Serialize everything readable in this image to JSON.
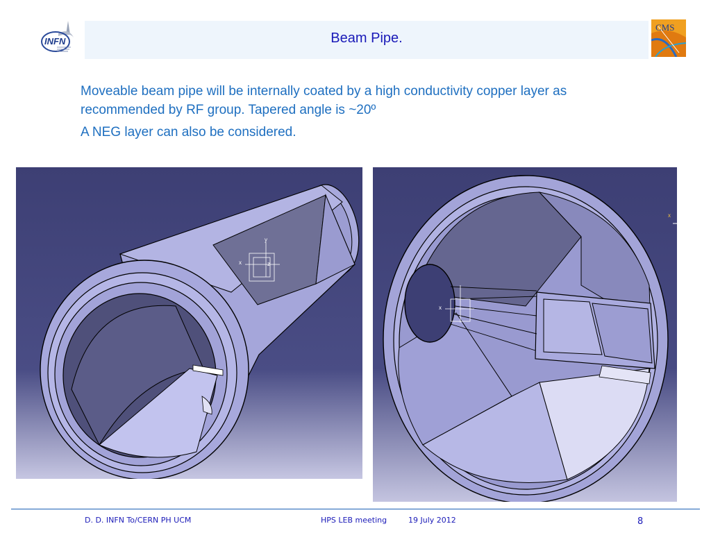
{
  "header": {
    "title": "Beam Pipe.",
    "logo_left_text": "INFN",
    "logo_right_text": "CMS"
  },
  "content": {
    "line1": "Moveable beam pipe will be internally coated by a high conductivity copper layer as recommended by RF group. Tapered angle is ~20º",
    "line2": "A NEG layer can also be considered."
  },
  "images": {
    "left_axis_x": "x",
    "left_axis_y": "y",
    "left_axis_z": "z",
    "right_axis_x": "x",
    "right_axis_x2": "x"
  },
  "footer": {
    "author": "D. D. INFN To/CERN PH UCM",
    "meeting": "HPS LEB meeting",
    "date": "19 July 2012",
    "page": "8"
  },
  "colors": {
    "title": "#1a1ab8",
    "body_text": "#1e6fc0",
    "render_bg_top": "#3d3f74",
    "render_bg_bottom": "#c6c6e2",
    "pipe_fill": "#a9aade"
  }
}
